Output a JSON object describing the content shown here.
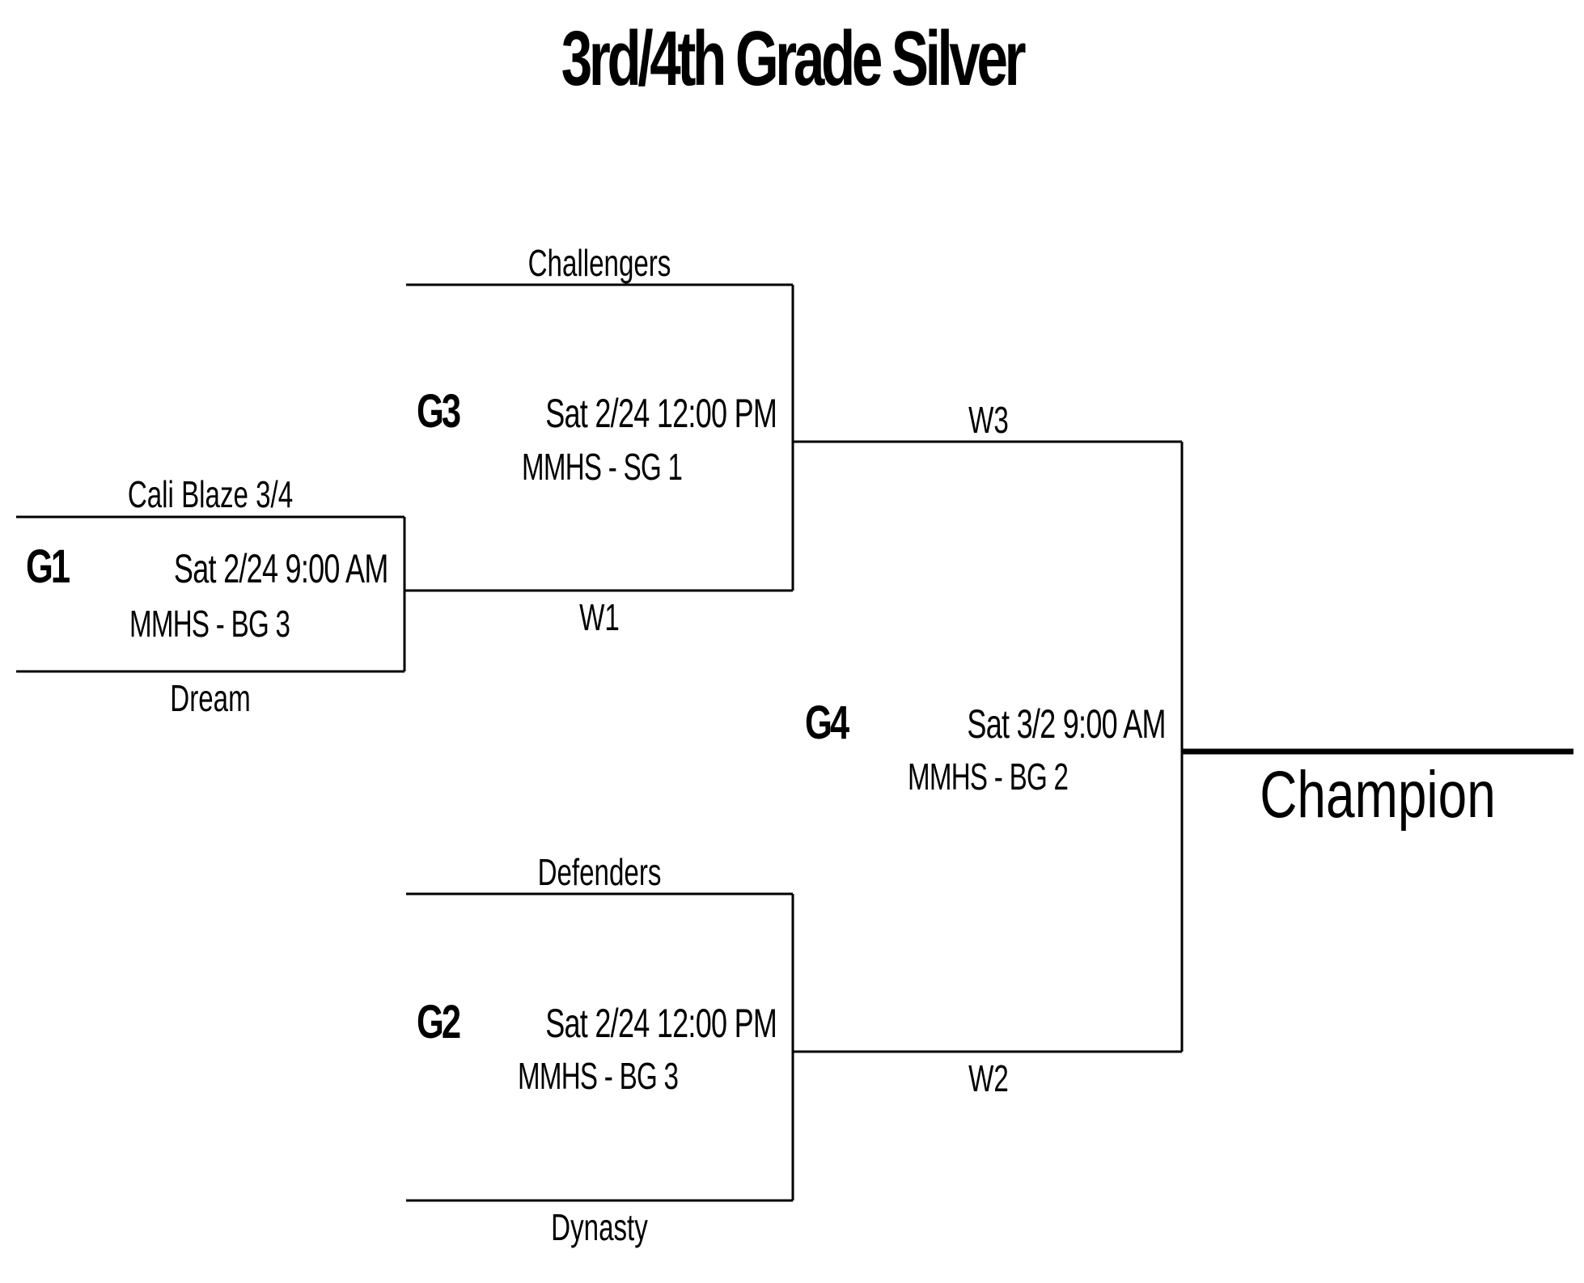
{
  "title": "3rd/4th Grade Silver",
  "games": {
    "g1": {
      "id": "G1",
      "time": "Sat 2/24  9:00 AM",
      "venue": "MMHS - BG 3",
      "top_team": "Cali Blaze 3/4",
      "bottom_team": "Dream"
    },
    "g2": {
      "id": "G2",
      "time": "Sat 2/24  12:00 PM",
      "venue": "MMHS - BG 3",
      "top_team": "Defenders",
      "bottom_team": "Dynasty"
    },
    "g3": {
      "id": "G3",
      "time": "Sat 2/24  12:00 PM",
      "venue": "MMHS - SG 1",
      "top_team": "Challengers",
      "bottom_team": "W1"
    },
    "g4": {
      "id": "G4",
      "time": "Sat 3/2  9:00 AM",
      "venue": "MMHS - BG 2",
      "top_team": "W3",
      "bottom_team": "W2"
    }
  },
  "champion_label": "Champion"
}
